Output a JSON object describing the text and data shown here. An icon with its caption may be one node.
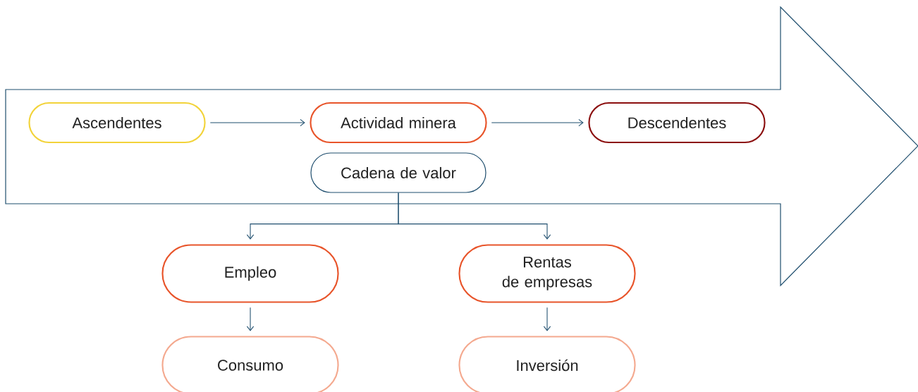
{
  "diagram": {
    "nodes": [
      {
        "text": [],
        "shape": "arrow"
      },
      {
        "text": [
          "Ascendentes"
        ],
        "in": 0
      },
      {
        "text": [
          "Actividad minera"
        ],
        "in": 0
      },
      {
        "text": [
          "Descendentes"
        ],
        "in": 0
      },
      {
        "text": [
          "Cadena de valor"
        ],
        "in": 0
      },
      {
        "text": [
          "Empleo"
        ]
      },
      {
        "text": [
          "Rentas de empresas"
        ]
      },
      {
        "text": [
          "Consumo"
        ]
      },
      {
        "text": [
          "Inversión"
        ]
      }
    ],
    "edges": [
      {
        "from": 1,
        "to": 2,
        "arrow": "to"
      },
      {
        "from": 2,
        "to": 3,
        "arrow": "to"
      },
      {
        "from": 4,
        "to": 5,
        "arrow": "to"
      },
      {
        "from": 4,
        "to": 6,
        "arrow": "to"
      },
      {
        "from": 5,
        "to": 7,
        "arrow": "to"
      },
      {
        "from": 6,
        "to": 8,
        "arrow": "to"
      }
    ]
  }
}
